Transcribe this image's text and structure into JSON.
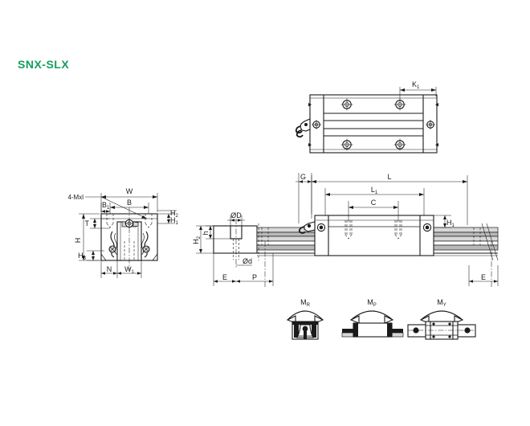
{
  "page": {
    "title": "SNX-SLX",
    "title_color": "#12a05c",
    "background": "#ffffff",
    "line_color": "#1a1a1a"
  },
  "drawing": {
    "kind": "linear-motion-guideway-dimension-drawing",
    "views": [
      {
        "name": "block-top-view",
        "label": "top view of carriage block"
      },
      {
        "name": "block-section-view",
        "label": "end section view of carriage and rail"
      },
      {
        "name": "rail-hole-detail-view",
        "label": "rail mounting hole detail"
      },
      {
        "name": "assembly-side-view",
        "label": "side view of carriage on rail"
      },
      {
        "name": "moment-diagrams",
        "label": "moment direction diagrams"
      }
    ],
    "dimensions": {
      "top_view": [
        "K1"
      ],
      "section_view": [
        "W",
        "B",
        "B1",
        "T",
        "H",
        "H1",
        "H2",
        "H3",
        "N",
        "W1"
      ],
      "hole_detail": [
        "ØD",
        "Ød",
        "H2",
        "h",
        "E",
        "P"
      ],
      "side_view": [
        "G",
        "L",
        "L1",
        "C",
        "H1",
        "E"
      ],
      "callout": "4-Mxl"
    }
  },
  "labels": {
    "K1": {
      "base": "K",
      "sub": "1"
    },
    "W": {
      "base": "W",
      "sub": ""
    },
    "B": {
      "base": "B",
      "sub": ""
    },
    "B1": {
      "base": "B",
      "sub": "1"
    },
    "T": {
      "base": "T",
      "sub": ""
    },
    "H": {
      "base": "H",
      "sub": ""
    },
    "H1": {
      "base": "H",
      "sub": "1"
    },
    "H1b": {
      "base": "H",
      "sub": "1"
    },
    "H2": {
      "base": "H",
      "sub": "2"
    },
    "H2b": {
      "base": "H",
      "sub": "2"
    },
    "H3": {
      "base": "H",
      "sub": "3"
    },
    "N": {
      "base": "N",
      "sub": ""
    },
    "W1": {
      "base": "W",
      "sub": "1"
    },
    "D": {
      "base": "ØD",
      "sub": ""
    },
    "d": {
      "base": "Ød",
      "sub": ""
    },
    "h": {
      "base": "h",
      "sub": ""
    },
    "E": {
      "base": "E",
      "sub": ""
    },
    "Eb": {
      "base": "E",
      "sub": ""
    },
    "P": {
      "base": "P",
      "sub": ""
    },
    "G": {
      "base": "G",
      "sub": ""
    },
    "L": {
      "base": "L",
      "sub": ""
    },
    "L1": {
      "base": "L",
      "sub": "1"
    },
    "C": {
      "base": "C",
      "sub": ""
    },
    "H1c": {
      "base": "H",
      "sub": "1"
    },
    "callout": {
      "base": "4-Mxl",
      "sub": ""
    }
  },
  "moments": [
    {
      "key": "MR",
      "base": "M",
      "sub": "R",
      "view": "end-section",
      "name": "roll-moment"
    },
    {
      "key": "MP",
      "base": "M",
      "sub": "P",
      "view": "side",
      "name": "pitch-moment"
    },
    {
      "key": "MY",
      "base": "M",
      "sub": "Y",
      "view": "top",
      "name": "yaw-moment"
    }
  ]
}
